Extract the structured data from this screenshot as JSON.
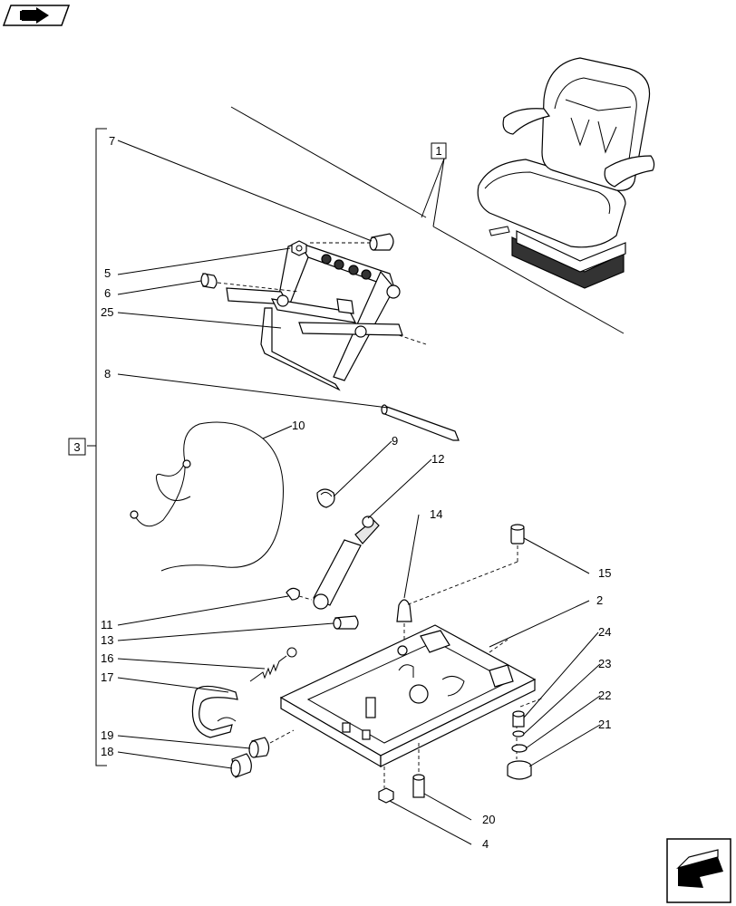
{
  "group_labels": {
    "seat_assembly": "1",
    "suspension_group": "3"
  },
  "callouts": {
    "c2": "2",
    "c4": "4",
    "c5": "5",
    "c6": "6",
    "c7": "7",
    "c8": "8",
    "c9": "9",
    "c10": "10",
    "c11": "11",
    "c12": "12",
    "c13": "13",
    "c14": "14",
    "c15": "15",
    "c16": "16",
    "c17": "17",
    "c18": "18",
    "c19": "19",
    "c20": "20",
    "c21": "21",
    "c22": "22",
    "c23": "23",
    "c24": "24",
    "c25": "25"
  },
  "icons": {
    "top_left": "back-arrow-icon",
    "bottom_right": "next-page-arrow-icon"
  }
}
